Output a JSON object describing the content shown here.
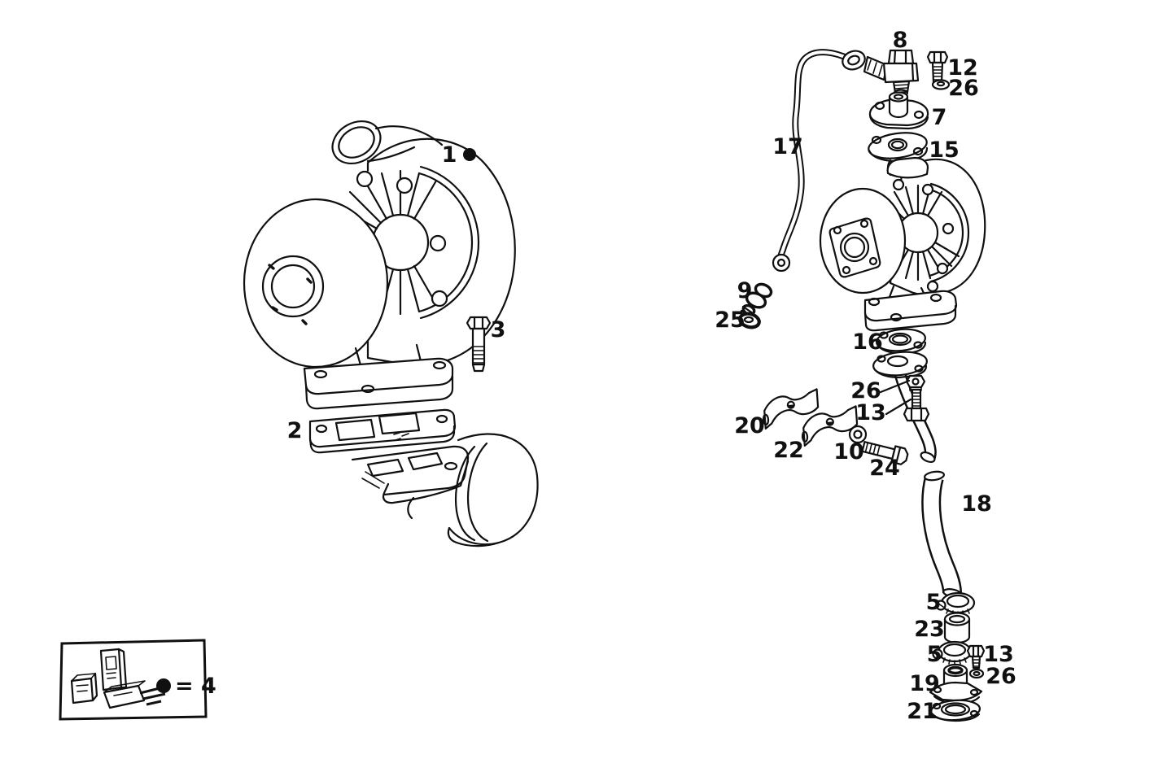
{
  "page": {
    "background": "#ffffff",
    "ink": "#101010"
  },
  "legend": {
    "dot": "●",
    "text": "= 4"
  },
  "callouts": [
    {
      "text": "1"
    },
    {
      "text": "3"
    },
    {
      "text": "2"
    },
    {
      "text": "8"
    },
    {
      "text": "12"
    },
    {
      "text": "26"
    },
    {
      "text": "7"
    },
    {
      "text": "15"
    },
    {
      "text": "17"
    },
    {
      "text": "9"
    },
    {
      "text": "25"
    },
    {
      "text": "16"
    },
    {
      "text": "26"
    },
    {
      "text": "13"
    },
    {
      "text": "20"
    },
    {
      "text": "22"
    },
    {
      "text": "10"
    },
    {
      "text": "24"
    },
    {
      "text": "18"
    },
    {
      "text": "5"
    },
    {
      "text": "23"
    },
    {
      "text": "5"
    },
    {
      "text": "13"
    },
    {
      "text": "26"
    },
    {
      "text": "19"
    },
    {
      "text": "21"
    }
  ]
}
